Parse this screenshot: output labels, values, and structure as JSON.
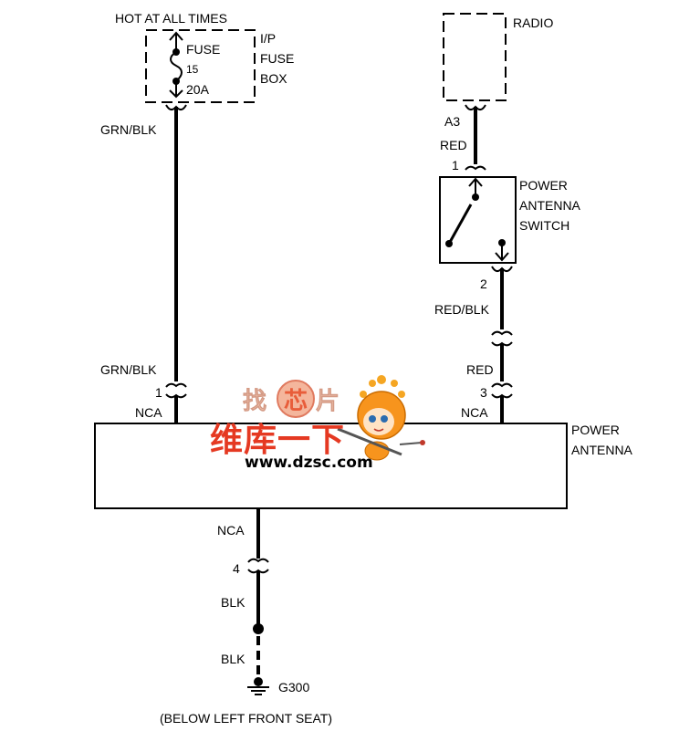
{
  "fuse": {
    "supply": "HOT AT ALL TIMES",
    "fuse_label": "FUSE",
    "fuse_number": "15",
    "fuse_rating": "20A",
    "box_name": [
      "I/P",
      "FUSE",
      "BOX"
    ]
  },
  "radio": {
    "label": "RADIO",
    "pin": "A3"
  },
  "switch": {
    "label": [
      "POWER",
      "ANTENNA",
      "SWITCH"
    ],
    "pin_in": "1",
    "pin_out": "2"
  },
  "antenna": {
    "label": [
      "POWER",
      "ANTENNA"
    ],
    "pin_left": "1",
    "conn_left": "NCA",
    "pin_right": "3",
    "conn_right": "NCA",
    "conn_bottom": "NCA",
    "pin_bottom": "4"
  },
  "wires": {
    "fuse_out": "GRN/BLK",
    "antenna_in_left": "GRN/BLK",
    "radio_out": "RED",
    "switch_out": "RED/BLK",
    "antenna_in_right": "RED",
    "ground_wire_1": "BLK",
    "ground_wire_2": "BLK"
  },
  "ground": {
    "name": "G300",
    "location": "(BELOW LEFT FRONT SEAT)"
  },
  "watermark": {
    "chars": [
      "找",
      "芯",
      "片"
    ],
    "slogan": "维库一下",
    "url": "www.dzsc.com"
  }
}
